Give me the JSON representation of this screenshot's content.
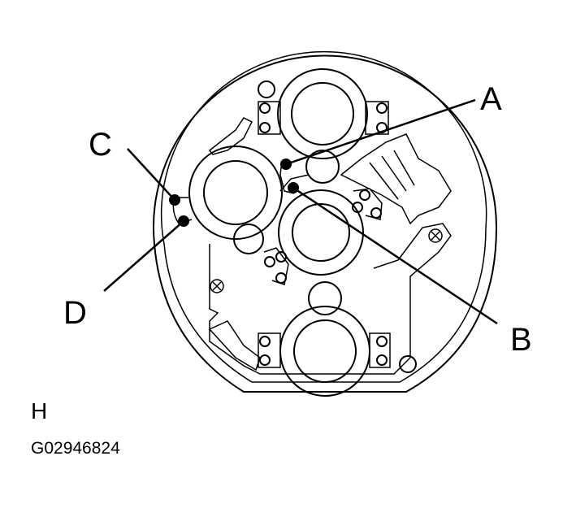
{
  "callouts": {
    "a": "A",
    "b": "B",
    "c": "C",
    "d": "D"
  },
  "view_id": "H",
  "figure_code": "G02946824"
}
